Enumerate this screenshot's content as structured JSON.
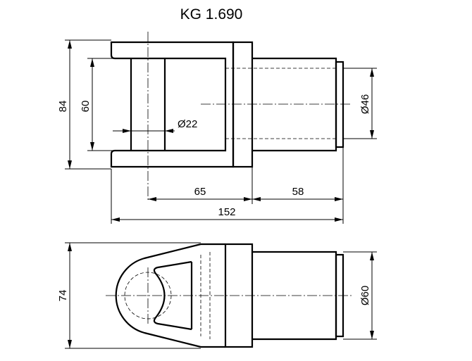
{
  "title": "KG 1.690",
  "dimensions": {
    "top_view": {
      "height_outer": "84",
      "height_inner": "60",
      "hole_diameter": "Ø22",
      "shank_diameter": "Ø46",
      "length_fork": "65",
      "length_shank": "58",
      "length_total": "152"
    },
    "side_view": {
      "height": "74",
      "shank_diameter": "Ø60"
    }
  }
}
